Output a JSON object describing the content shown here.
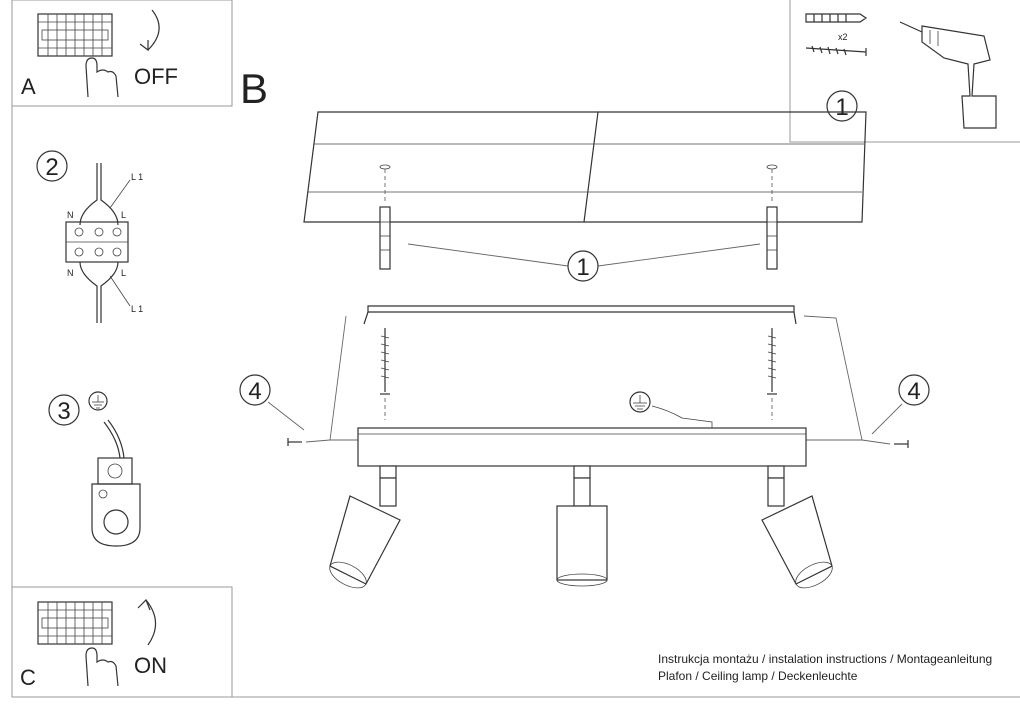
{
  "panels": {
    "a": {
      "letter": "A",
      "action": "OFF"
    },
    "c": {
      "letter": "C",
      "action": "ON"
    },
    "b": {
      "letter": "B"
    }
  },
  "steps": {
    "drill": "1",
    "wiring": "2",
    "ground": "3",
    "screw_left": "4",
    "screw_right": "4",
    "anchor_callout": "1"
  },
  "hardware": {
    "quantity": "x2"
  },
  "wiring_labels": {
    "top_l1": "L 1",
    "top_n": "N",
    "top_l": "L",
    "bottom_n": "N",
    "bottom_l": "L",
    "bottom_l1": "L 1"
  },
  "footer": {
    "line1": "Instrukcja montażu / instalation instructions / Montageanleitung",
    "line2": "Plafon / Ceiling lamp / Deckenleuchte"
  },
  "icons": {
    "switch": "breaker-switch-icon",
    "hand": "hand-icon",
    "drill": "drill-icon",
    "ground": "ground-symbol-icon"
  }
}
